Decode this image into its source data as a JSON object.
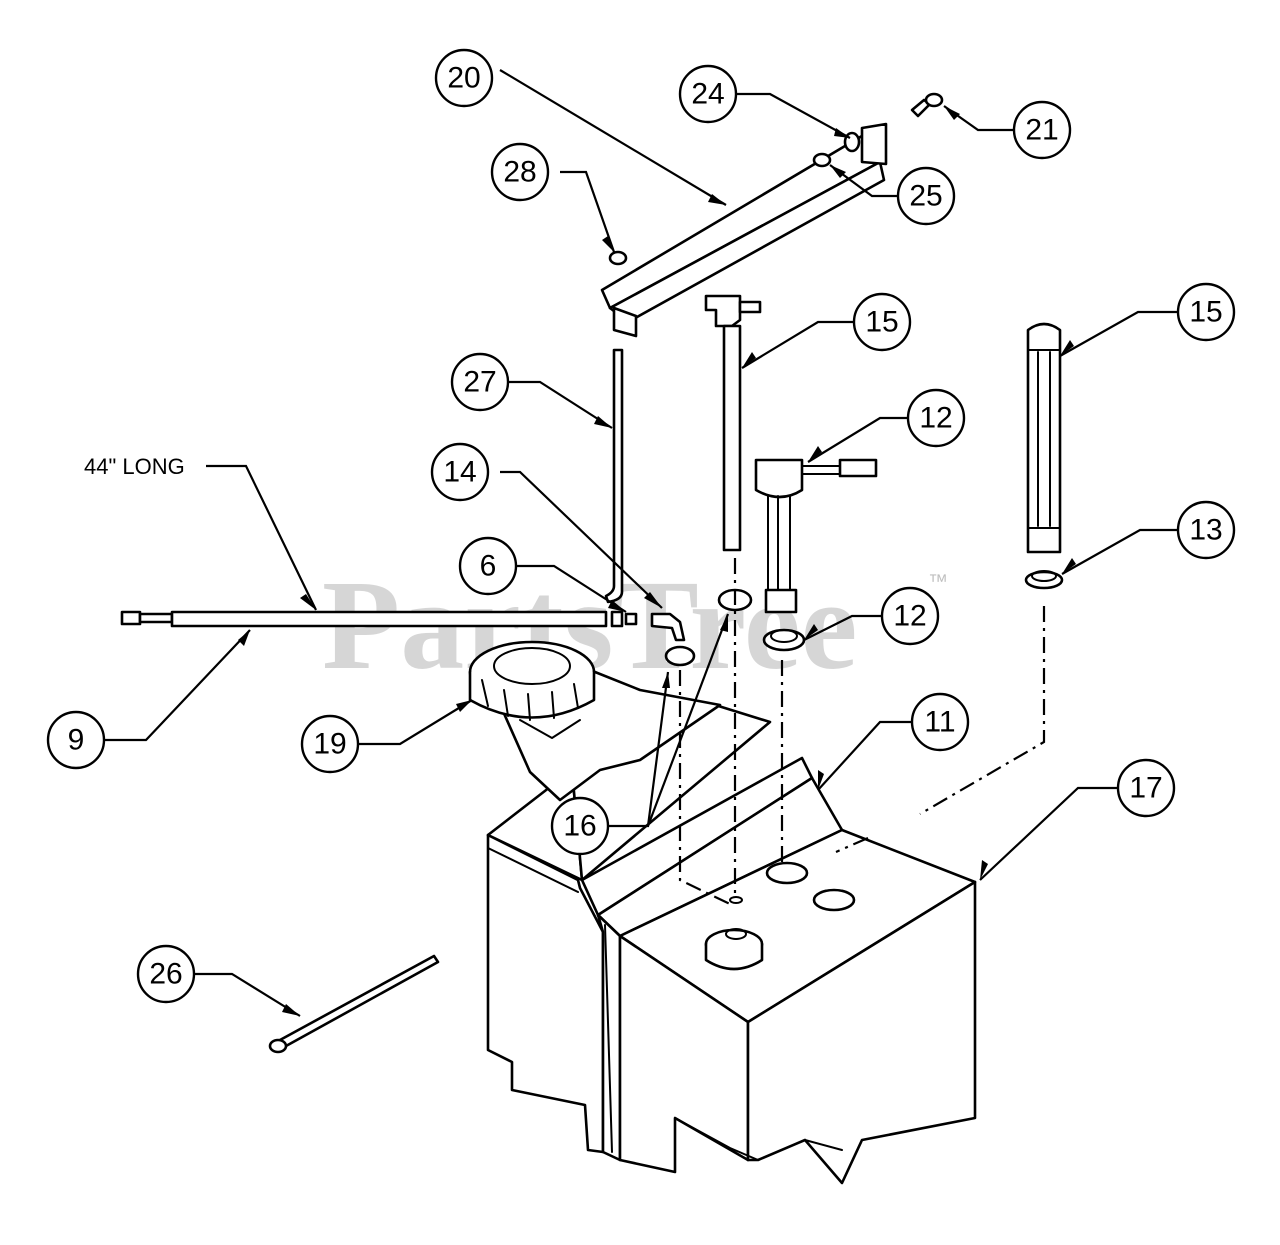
{
  "watermark": {
    "text": "PartsTree",
    "trademark": "™"
  },
  "notes": {
    "hose_length": "44\" LONG"
  },
  "callouts": [
    {
      "label": "20",
      "part": "bracket"
    },
    {
      "label": "24",
      "part": "bracket-screw"
    },
    {
      "label": "21",
      "part": "rivet"
    },
    {
      "label": "25",
      "part": "nut"
    },
    {
      "label": "28",
      "part": "nut"
    },
    {
      "label": "15",
      "part": "fuel-outlet-fitting"
    },
    {
      "label": "15",
      "part": "sight-gauge"
    },
    {
      "label": "27",
      "part": "rod"
    },
    {
      "label": "12",
      "part": "fuel-sender"
    },
    {
      "label": "14",
      "part": "elbow-fitting"
    },
    {
      "label": "13",
      "part": "gauge-ring"
    },
    {
      "label": "6",
      "part": "hose-clamp"
    },
    {
      "label": "12",
      "part": "sender-ring"
    },
    {
      "label": "9",
      "part": "fuel-hose"
    },
    {
      "label": "19",
      "part": "fuel-cap"
    },
    {
      "label": "11",
      "part": "tank-strap"
    },
    {
      "label": "17",
      "part": "fuel-tank"
    },
    {
      "label": "16",
      "part": "grommet"
    },
    {
      "label": "26",
      "part": "cable-tie"
    }
  ]
}
